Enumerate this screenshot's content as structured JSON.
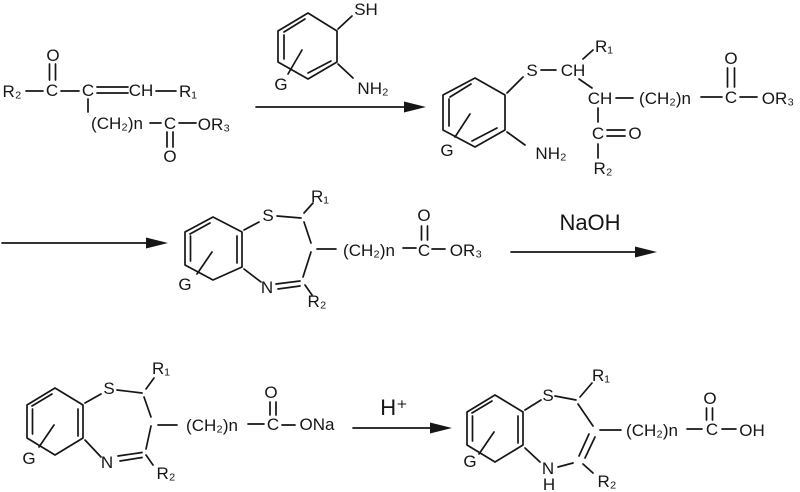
{
  "scheme": {
    "enone_ester": {
      "o_top": "O",
      "r2": "R₂",
      "c1": "C",
      "c2": "C",
      "ch": "CH",
      "r1": "R₁",
      "chain": "(CH₂)n",
      "c_ester": "C",
      "or3": "OR₃",
      "o_bottom": "O"
    },
    "reagent_aminothiophenol": {
      "sh": "SH",
      "nh2": "NH₂",
      "g": "G"
    },
    "michael_adduct": {
      "g": "G",
      "nh2": "NH₂",
      "s": "S",
      "ch1": "CH",
      "r1": "R₁",
      "ch2": "CH",
      "chain": "(CH₂)n",
      "c_ester": "C",
      "or3": "OR₃",
      "o_ester": "O",
      "c_keto": "C",
      "o_keto": "O",
      "r2": "R₂"
    },
    "thiazepine_ester": {
      "g": "G",
      "s": "S",
      "n": "N",
      "r1": "R₁",
      "r2": "R₂",
      "chain": "(CH₂)n",
      "c_ester": "C",
      "or3": "OR₃",
      "o_ester": "O"
    },
    "thiazepine_salt": {
      "g": "G",
      "s": "S",
      "n": "N",
      "r1": "R₁",
      "r2": "R₂",
      "chain": "(CH₂)n",
      "c_ester": "C",
      "ona": "ONa",
      "o_ester": "O"
    },
    "thiazepine_acid": {
      "g": "G",
      "s": "S",
      "n": "N",
      "nh_h": "H",
      "r1": "R₁",
      "r2": "R₂",
      "chain": "(CH₂)n",
      "c_acid": "C",
      "oh": "OH",
      "o_acid": "O"
    },
    "conditions": {
      "step3": "NaOH",
      "step4": "H⁺"
    }
  }
}
